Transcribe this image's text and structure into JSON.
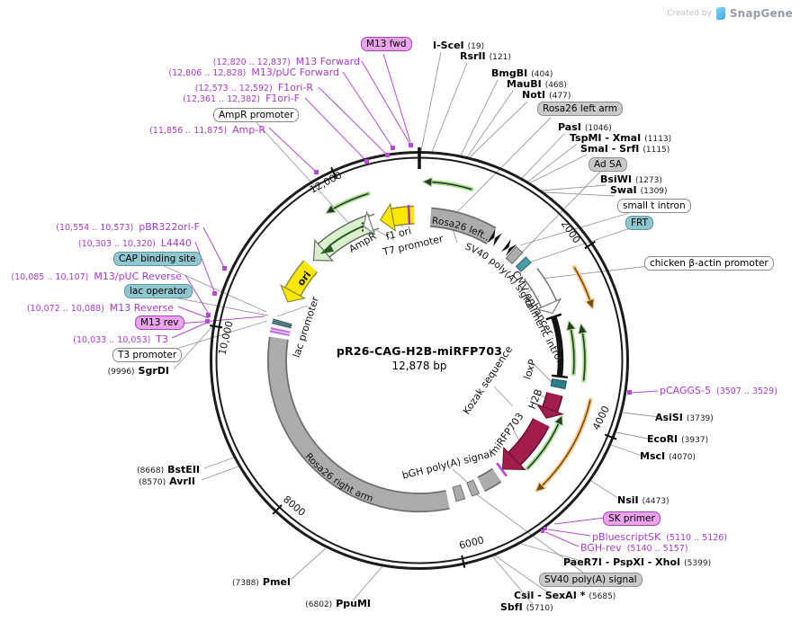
{
  "watermark": {
    "created_by": "Created by",
    "brand": "SnapGene"
  },
  "plasmid": {
    "name": "pR26-CAG-H2B-miRFP703",
    "size": "12,878 bp"
  },
  "ticks": {
    "t2000": "2000",
    "t4000": "4000",
    "t6000": "6000",
    "t8000": "8000",
    "t10000": "10,000",
    "t12000": "12,000"
  },
  "enzymes_right": [
    {
      "name": "I-SceI",
      "pos": "(19)"
    },
    {
      "name": "RsrII",
      "pos": "(121)"
    },
    {
      "name": "BmgBI",
      "pos": "(404)"
    },
    {
      "name": "MauBI",
      "pos": "(468)"
    },
    {
      "name": "NotI",
      "pos": "(477)"
    },
    {
      "name": "PasI",
      "pos": "(1046)"
    },
    {
      "name": "TspMI - XmaI",
      "pos": "(1113)"
    },
    {
      "name": "SmaI - SrfI",
      "pos": "(1115)"
    },
    {
      "name": "BsiWI",
      "pos": "(1273)"
    },
    {
      "name": "SwaI",
      "pos": "(1309)"
    },
    {
      "name": "AsiSI",
      "pos": "(3739)"
    },
    {
      "name": "EcoRI",
      "pos": "(3937)"
    },
    {
      "name": "MscI",
      "pos": "(4070)"
    },
    {
      "name": "NsiI",
      "pos": "(4473)"
    },
    {
      "name": "PaeR7I - PspXI - XhoI",
      "pos": "(5399)"
    },
    {
      "name": "CsiI - SexAI *",
      "pos": "(5685)"
    },
    {
      "name": "SbfI",
      "pos": "(5710)"
    }
  ],
  "enzymes_left": [
    {
      "pos": "(7388)",
      "name": "PmeI"
    },
    {
      "pos": "(6802)",
      "name": "PpuMI"
    },
    {
      "pos": "(8668)",
      "name": "BstEII"
    },
    {
      "pos": "(8570)",
      "name": "AvrII"
    },
    {
      "pos": "(9996)",
      "name": "SgrDI"
    }
  ],
  "primers_left": [
    {
      "range": "(12,820 .. 12,837)",
      "name": "M13 Forward"
    },
    {
      "range": "(12,806 .. 12,828)",
      "name": "M13/pUC Forward"
    },
    {
      "range": "(12,573 .. 12,592)",
      "name": "F1ori-R"
    },
    {
      "range": "(12,361 .. 12,382)",
      "name": "F1ori-F"
    },
    {
      "range": "(11,856 .. 11,875)",
      "name": "Amp-R"
    },
    {
      "range": "(10,554 .. 10,573)",
      "name": "pBR322ori-F"
    },
    {
      "range": "(10,303 .. 10,320)",
      "name": "L4440"
    },
    {
      "range": "(10,085 .. 10,107)",
      "name": "M13/pUC Reverse"
    },
    {
      "range": "(10,072 .. 10,088)",
      "name": "M13 Reverse"
    },
    {
      "range": "(10,033 .. 10,053)",
      "name": "T3"
    }
  ],
  "primers_right": [
    {
      "name": "pCAGGS-5",
      "range": "(3507 .. 3529)"
    },
    {
      "name": "pBluescriptSK",
      "range": "(5110 .. 5126)"
    },
    {
      "name": "BGH-rev",
      "range": "(5140 .. 5157)"
    }
  ],
  "boxes": {
    "m13_fwd": "M13 fwd",
    "ampr_promoter": "AmpR promoter",
    "rosa26_left_arm": "Rosa26 left arm",
    "ad_sa": "Ad SA",
    "small_t_intron": "small t intron",
    "frt": "FRT",
    "chicken_b_actin": "chicken β-actin promoter",
    "sk_primer": "SK primer",
    "sv40_polya": "SV40 poly(A) signal",
    "cap_binding": "CAP binding site",
    "lac_operator": "lac operator",
    "m13_rev": "M13 rev",
    "t3_promoter": "T3 promoter"
  },
  "features": {
    "ampr": "AmpR",
    "f1_ori": "f1 ori",
    "t7_promoter": "T7 promoter",
    "sv40_polya_label": "SV40 poly(A) signal",
    "rosa26_left": "Rosa26 left...",
    "cmv_enhancer": "CMV enhancer",
    "chimeric_intron": "chimeric intron",
    "loxp": "loxP",
    "h2b": "H2B",
    "mirfp703": "miRFP703",
    "kozak": "Kozak sequence",
    "bgh_polya": "bGH poly(A) signal",
    "rosa26_right": "Rosa26 right arm",
    "lac_promoter": "lac promoter",
    "ori": "ori"
  },
  "colors": {
    "primer_purple": "#A93ACF",
    "feature_gray": "#ACACAC",
    "teal": "#6FB3C0",
    "maroon": "#A21C4C",
    "ori_yellow": "#FCE700",
    "ampr_green": "#D8F0CC",
    "arrow_green": "#A8E090",
    "arrow_orange": "#F6C987"
  }
}
